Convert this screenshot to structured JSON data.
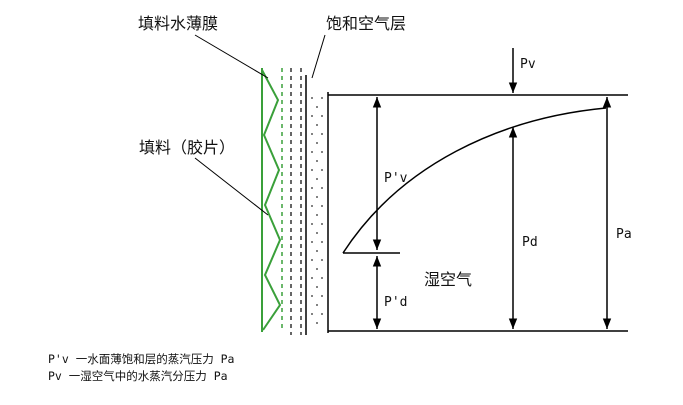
{
  "labels": {
    "film": "填料水薄膜",
    "saturated_layer": "饱和空气层",
    "packing": "填料（胶片）",
    "humid_air": "湿空气",
    "pv": "Pv",
    "pv_prime": "P'v",
    "pd": "Pd",
    "pd_prime": "P'd",
    "pa": "Pa"
  },
  "legend": {
    "line1": "P'v 一水面薄饱和层的蒸汽压力 Pa",
    "line2": "Pv 一湿空气中的水蒸汽分压力 Pa"
  },
  "colors": {
    "line": "#000000",
    "packing": "#3aa03a",
    "dots": "#2a2a2a"
  }
}
